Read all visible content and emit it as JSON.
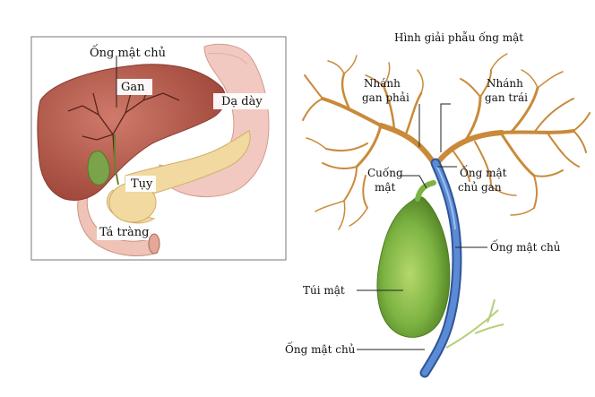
{
  "title": "Hình giải phẫu ống mật",
  "inset": {
    "labels": {
      "common_bile_duct": "Ống mật chủ",
      "liver": "Gan",
      "stomach": "Dạ dày",
      "pancreas": "Tụy",
      "duodenum": "Tá tràng"
    }
  },
  "main": {
    "labels": {
      "right_hepatic_branch_1": "Nhánh",
      "right_hepatic_branch_2": "gan phải",
      "left_hepatic_branch_1": "Nhánh",
      "left_hepatic_branch_2": "gan trái",
      "cystic_duct_1": "Cuống",
      "cystic_duct_2": "mật",
      "common_hepatic_duct_1": "Ống mật",
      "common_hepatic_duct_2": "chủ gan",
      "common_bile_duct_right": "Ống mật chủ",
      "gallbladder": "Túi mật",
      "common_bile_duct_bottom": "Ống mật chủ"
    }
  },
  "colors": {
    "liver": "#b85a4f",
    "stomach": "#f1c9c0",
    "pancreas": "#f2d9a0",
    "gallbladder": "#7cb342",
    "bile_duct": "#4f7fc4",
    "hepatic_branches": "#c98a3a"
  }
}
